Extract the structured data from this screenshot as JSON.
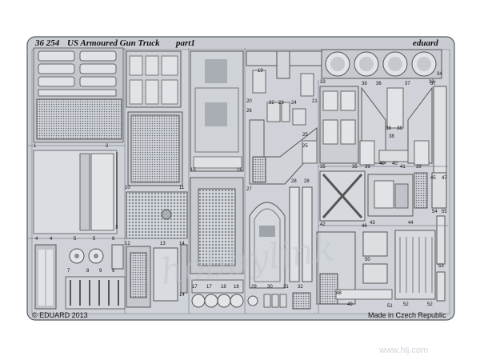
{
  "sheet": {
    "code": "36 254",
    "title": "US Armoured Gun Truck",
    "part": "part1",
    "brand": "eduard",
    "copyright": "© EDUARD 2013",
    "origin": "Made in Czech Republic"
  },
  "watermark": {
    "site": "hobbylink",
    "url": "www.hlj.com"
  },
  "part_numbers": [
    "1",
    "2",
    "3",
    "4",
    "4",
    "5",
    "5",
    "6",
    "7",
    "8",
    "9",
    "9",
    "10",
    "11",
    "12",
    "13",
    "14",
    "14",
    "15",
    "16",
    "17",
    "17",
    "18",
    "18",
    "19",
    "20",
    "21",
    "22",
    "23",
    "24",
    "25",
    "25",
    "26",
    "27",
    "28",
    "28",
    "29",
    "30",
    "31",
    "32",
    "33",
    "33",
    "34",
    "35",
    "35",
    "36",
    "37",
    "37",
    "38",
    "38",
    "38",
    "38",
    "39",
    "39",
    "40",
    "40",
    "41",
    "42",
    "43",
    "44",
    "45",
    "46",
    "47",
    "48",
    "49",
    "50",
    "51",
    "52",
    "52",
    "53",
    "54",
    "55"
  ]
}
